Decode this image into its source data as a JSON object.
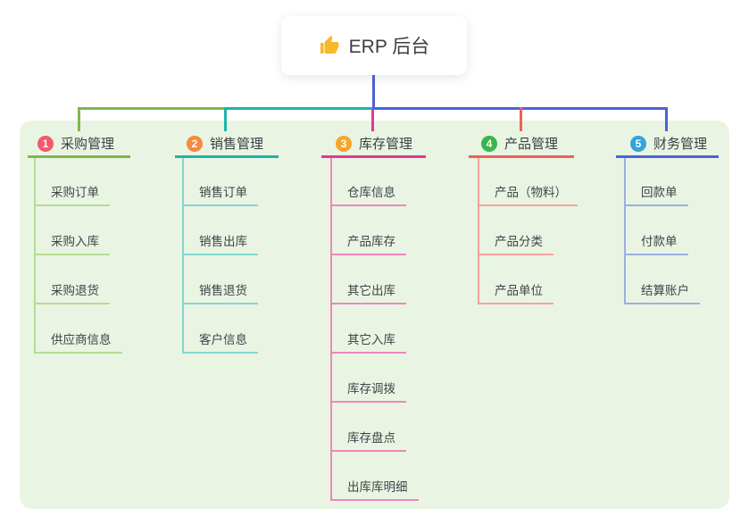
{
  "root": {
    "label": "ERP 后台",
    "icon": "thumbs-up-icon"
  },
  "branches": [
    {
      "num": "1",
      "label": "采购管理",
      "line_color": "#7eb84d",
      "child_line_color": "#b6db93",
      "badge_color": "#f25a6e",
      "children": [
        "采购订单",
        "采购入库",
        "采购退货",
        "供应商信息"
      ]
    },
    {
      "num": "2",
      "label": "销售管理",
      "line_color": "#1fb3ab",
      "child_line_color": "#83d7d1",
      "badge_color": "#f68a40",
      "children": [
        "销售订单",
        "销售出库",
        "销售退货",
        "客户信息"
      ]
    },
    {
      "num": "3",
      "label": "库存管理",
      "line_color": "#e03a92",
      "child_line_color": "#ee86be",
      "badge_color": "#f6a72b",
      "children": [
        "仓库信息",
        "产品库存",
        "其它出库",
        "其它入库",
        "库存调拨",
        "库存盘点",
        "出库库明细"
      ]
    },
    {
      "num": "4",
      "label": "产品管理",
      "line_color": "#f25e5a",
      "child_line_color": "#f8a29d",
      "badge_color": "#3ab54d",
      "children": [
        "产品（物料）",
        "产品分类",
        "产品单位"
      ]
    },
    {
      "num": "5",
      "label": "财务管理",
      "line_color": "#4d63d6",
      "child_line_color": "#9dafe3",
      "badge_color": "#34a3df",
      "children": [
        "回款单",
        "付款单",
        "结算账户"
      ]
    }
  ],
  "colors": {
    "canvas_bg": "#ffffff",
    "panel_bg": "#e9f5e2",
    "root_line": "#4d63d6",
    "text": "#3b4046"
  }
}
